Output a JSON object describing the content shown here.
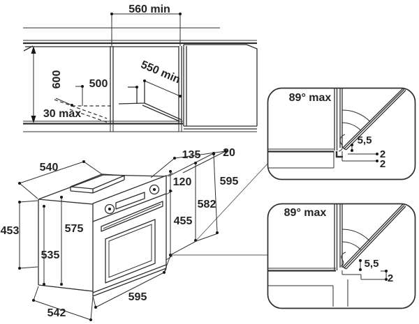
{
  "diagram": {
    "title": "Built-in oven installation drawing",
    "colors": {
      "line": "#2e2e2e",
      "background": "#ffffff"
    },
    "cabinet_section": {
      "niche_width": "560 min",
      "niche_height": "600",
      "power_point_height": "500",
      "rear_clearance": "30 max",
      "niche_depth": "550 min"
    },
    "oven": {
      "top_width": "540",
      "side_height": "453",
      "depth_upper": "575",
      "depth_lower": "535",
      "base_depth": "542",
      "front_width": "595",
      "top_offset_a": "135",
      "top_offset_b": "20",
      "fascia_height": "120",
      "front_height": "595",
      "door_height": "582",
      "door_glass_height": "455"
    },
    "detail_top": {
      "angle": "89° max",
      "gap": "5,5",
      "clearance_a": "2",
      "clearance_b": "2"
    },
    "detail_bottom": {
      "angle": "89° max",
      "gap": "5,5",
      "clearance": "2"
    }
  }
}
